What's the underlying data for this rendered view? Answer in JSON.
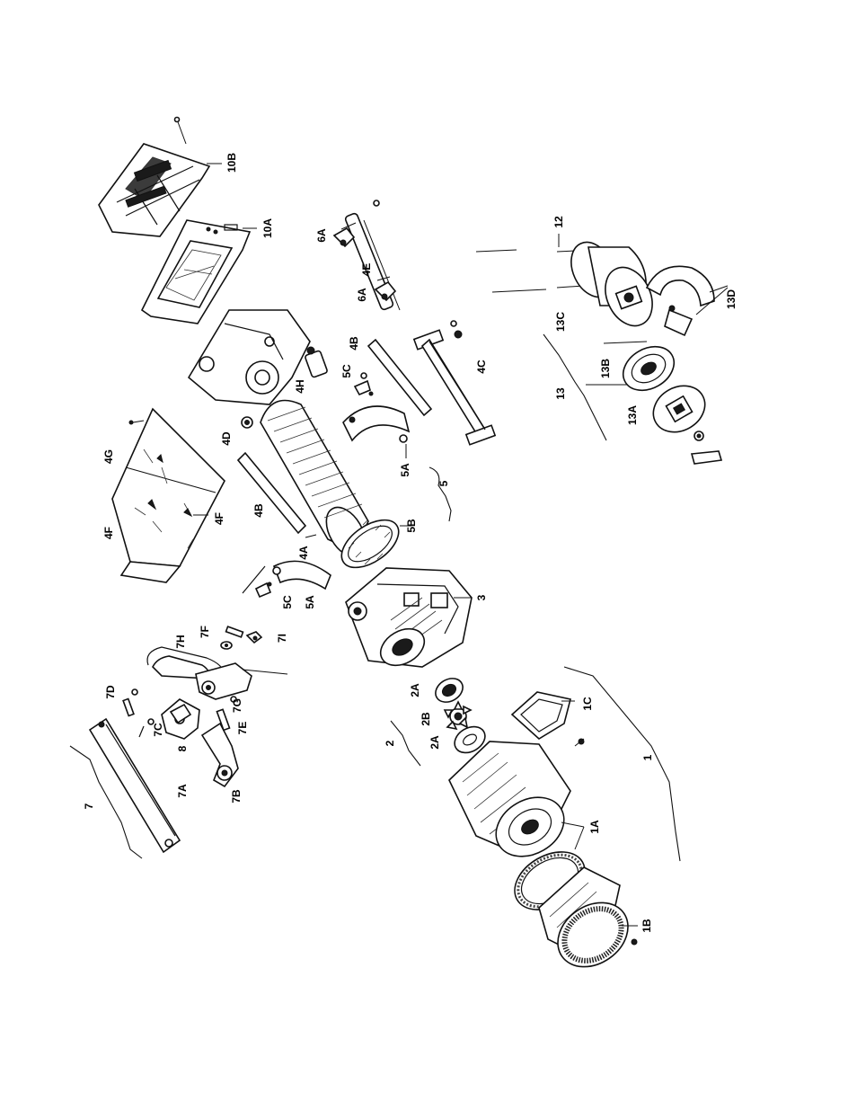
{
  "labels": {
    "l7": "7",
    "l7A": "7A",
    "l7B": "7B",
    "l7C": "7C",
    "l7D": "7D",
    "l7E": "7E",
    "l7F": "7F",
    "l7G": "7G",
    "l7H": "7H",
    "l7I": "7I",
    "l8": "8",
    "l4F_left": "4F",
    "l4F_right": "4F",
    "l4G": "4G",
    "l4B_left": "4B",
    "l4B_right": "4B",
    "l4A": "4A",
    "l4D": "4D",
    "l4H": "4H",
    "l4C": "4C",
    "l4E": "4E",
    "l5C_left": "5C",
    "l5C_right": "5C",
    "l5A_left": "5A",
    "l5A_right": "5A",
    "l5": "5",
    "l5B": "5B",
    "l3": "3",
    "l2A_top": "2A",
    "l2A_bottom": "2A",
    "l2B": "2B",
    "l2": "2",
    "l1C": "1C",
    "l1": "1",
    "l1A": "1A",
    "l1B": "1B",
    "l10A": "10A",
    "l10B": "10B",
    "l6A_top": "6A",
    "l6A_bottom": "6A",
    "l12": "12",
    "l13": "13",
    "l13A": "13A",
    "l13B": "13B",
    "l13C": "13C",
    "l13D": "13D"
  }
}
